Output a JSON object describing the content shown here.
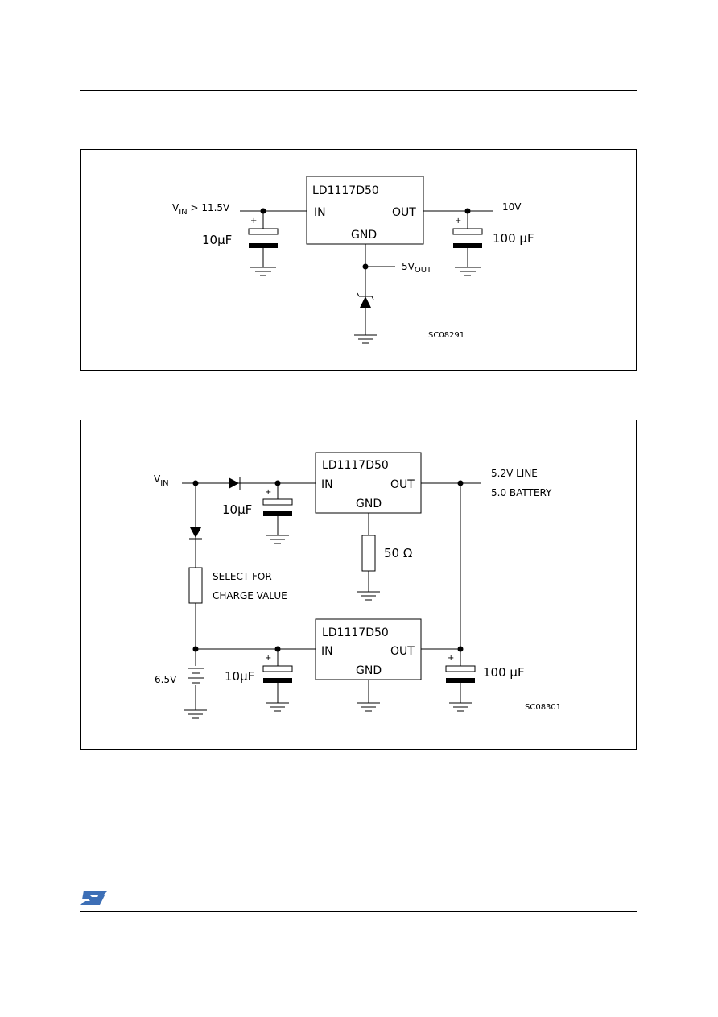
{
  "figure1": {
    "ic_name": "LD1117D50",
    "pin_in": "IN",
    "pin_out": "OUT",
    "pin_gnd": "GND",
    "vin_label_main": "V",
    "vin_label_sub": "IN",
    "vin_label_rest": " > 11.5V",
    "cin_value": "10μF",
    "cout_value": "100 μF",
    "out_voltage": "10V",
    "reg_out_main": "5V",
    "reg_out_sub": "OUT",
    "plus_sign": "+",
    "code": "SC08291"
  },
  "figure2": {
    "ic_top_name": "LD1117D50",
    "ic_bottom_name": "LD1117D50",
    "pin_in": "IN",
    "pin_out": "OUT",
    "pin_gnd": "GND",
    "vin_label_main": "V",
    "vin_label_sub": "IN",
    "cap_top_value": "10μF",
    "cap_bottom_value": "10μF",
    "cap_out_value": "100 μF",
    "resistor_gnd_value": "50 Ω",
    "select_line1": "SELECT FOR",
    "select_line2": "CHARGE VALUE",
    "battery_value": "6.5V",
    "out_line1": "5.2V LINE",
    "out_line2": "5.0 BATTERY",
    "plus_sign": "+",
    "code": "SC08301"
  },
  "footer": {
    "logo_icon": "st-logo-icon"
  }
}
